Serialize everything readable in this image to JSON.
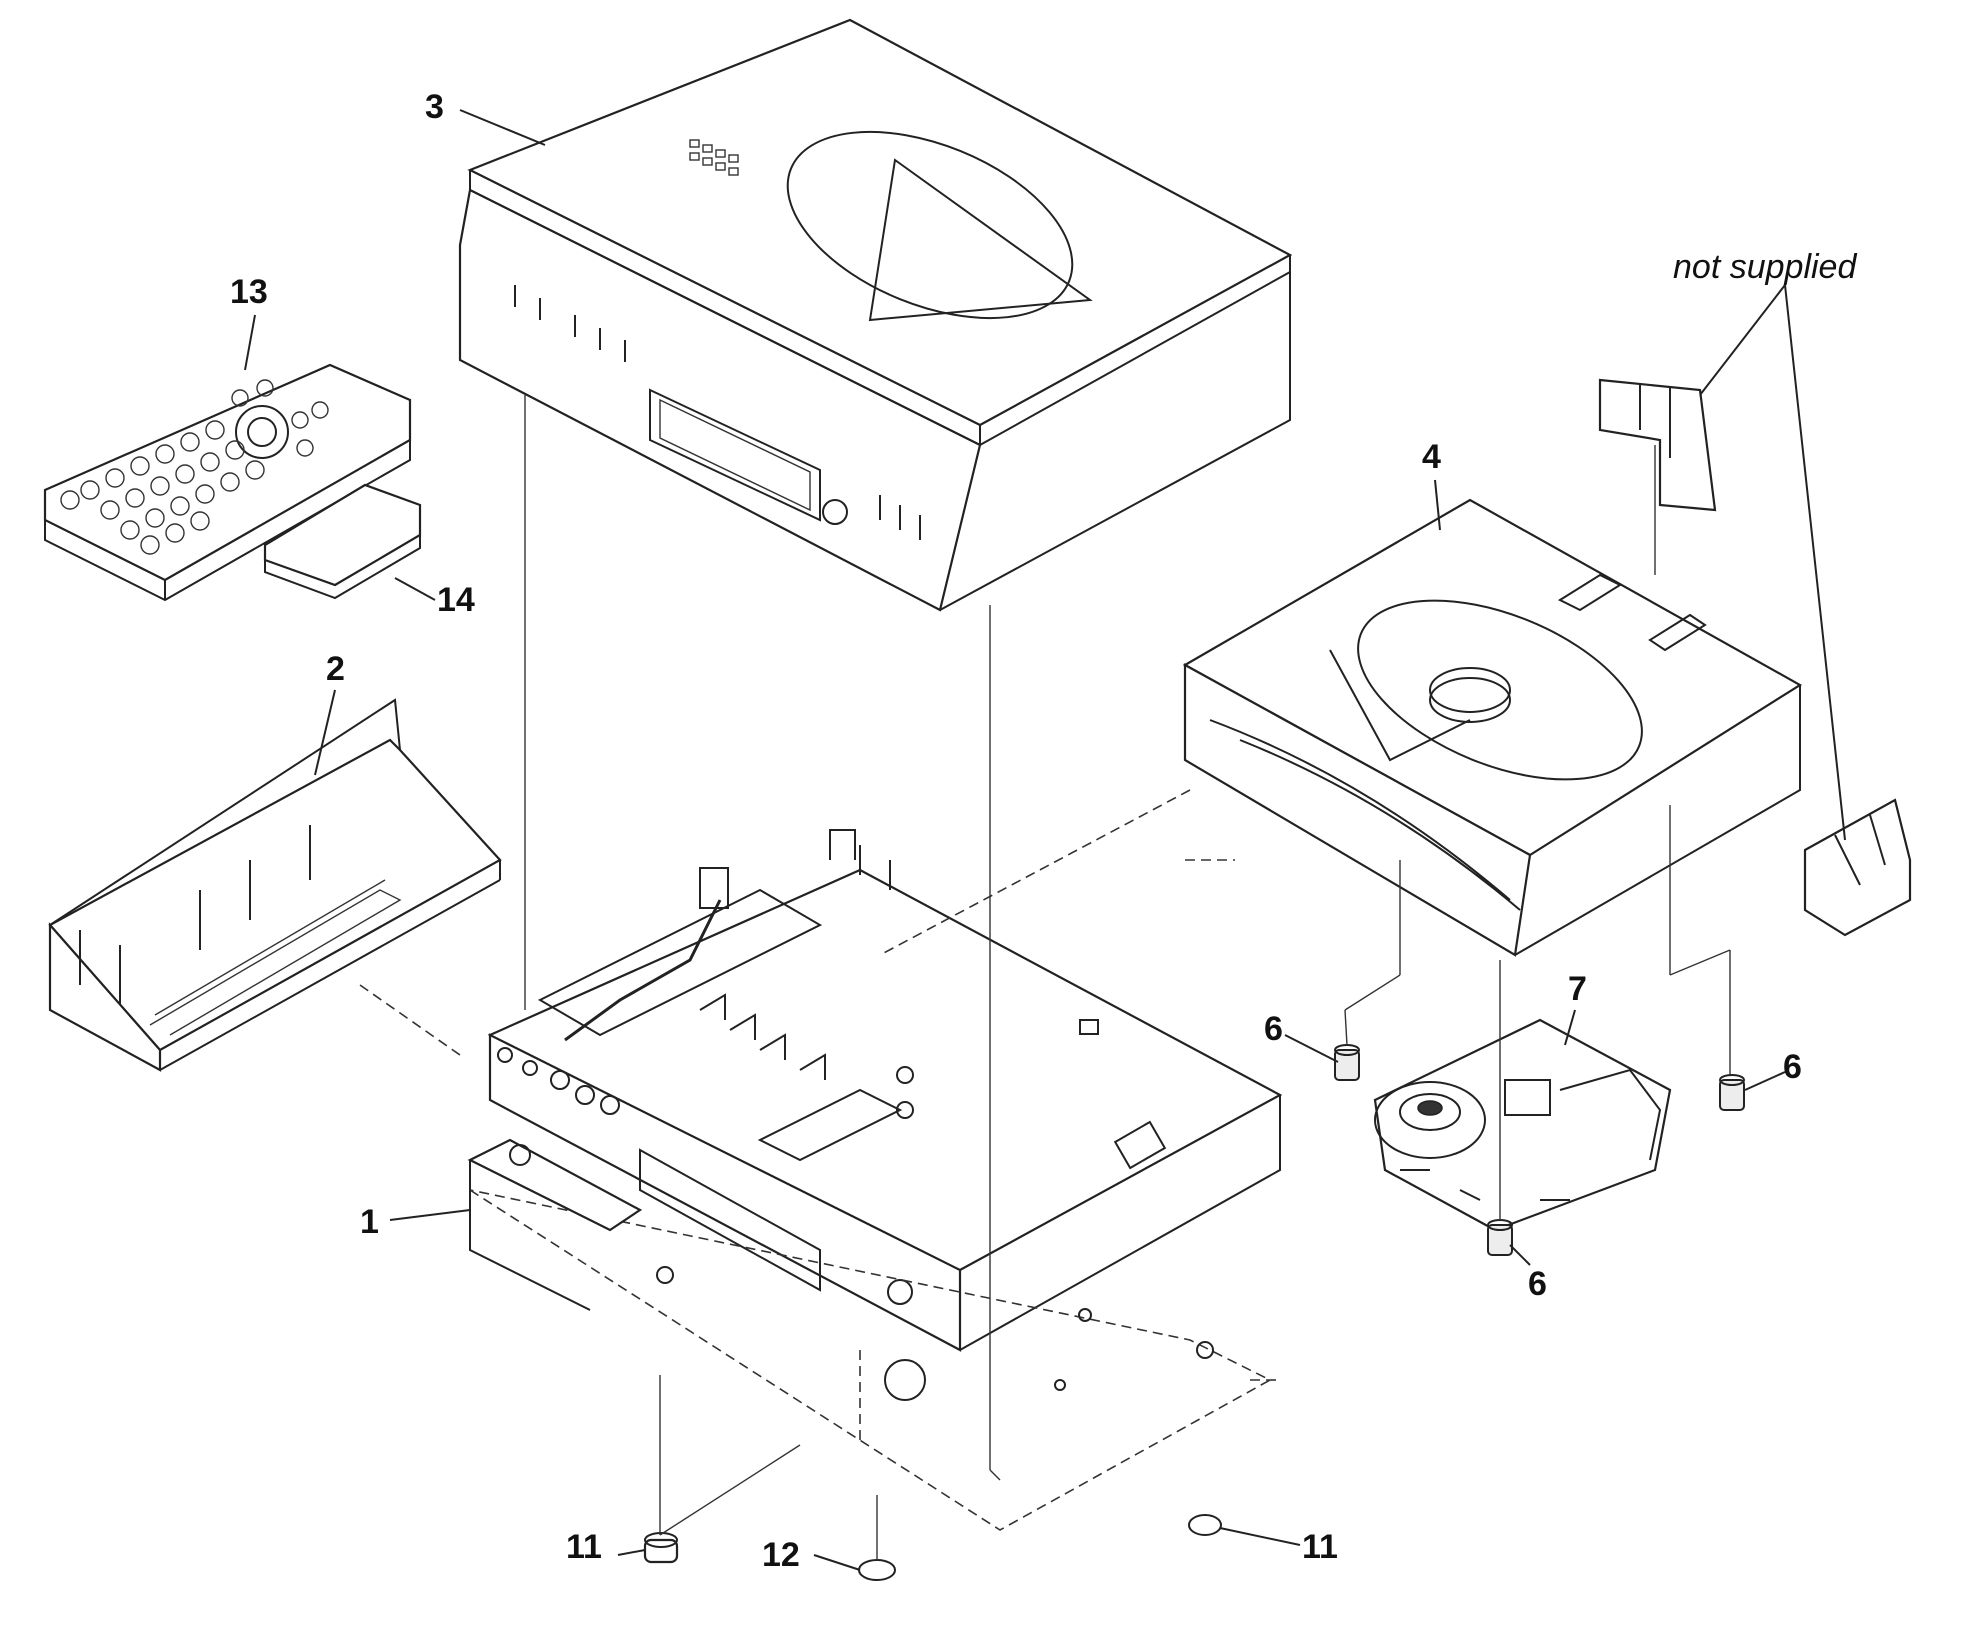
{
  "diagram": {
    "part_labels": [
      {
        "id": "label-3",
        "text": "3"
      },
      {
        "id": "label-13",
        "text": "13"
      },
      {
        "id": "label-14",
        "text": "14"
      },
      {
        "id": "label-2",
        "text": "2"
      },
      {
        "id": "label-4",
        "text": "4"
      },
      {
        "id": "label-7",
        "text": "7"
      },
      {
        "id": "label-6a",
        "text": "6"
      },
      {
        "id": "label-6b",
        "text": "6"
      },
      {
        "id": "label-6c",
        "text": "6"
      },
      {
        "id": "label-1",
        "text": "1"
      },
      {
        "id": "label-11a",
        "text": "11"
      },
      {
        "id": "label-12",
        "text": "12"
      },
      {
        "id": "label-11b",
        "text": "11"
      }
    ],
    "note": "not supplied"
  }
}
